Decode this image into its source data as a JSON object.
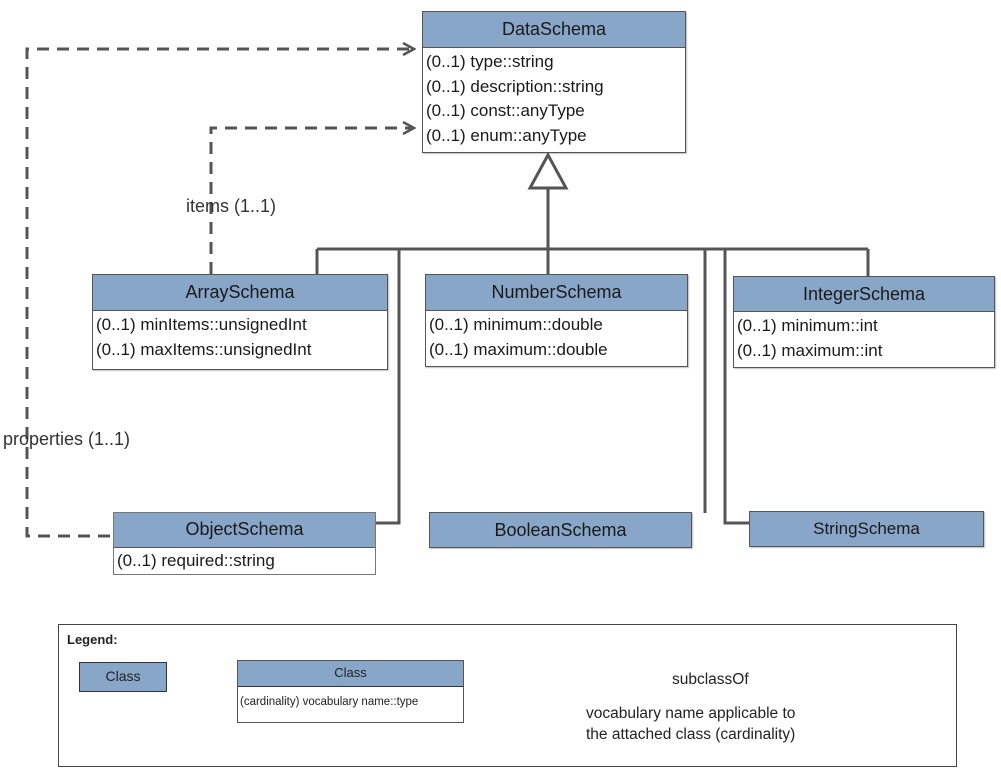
{
  "classes": {
    "data_schema": {
      "name": "DataSchema",
      "attributes": [
        "(0..1) type::string",
        "(0..1) description::string",
        "(0..1) const::anyType",
        "(0..1) enum::anyType"
      ]
    },
    "array_schema": {
      "name": "ArraySchema",
      "attributes": [
        "(0..1) minItems::unsignedInt",
        "(0..1) maxItems::unsignedInt"
      ]
    },
    "number_schema": {
      "name": "NumberSchema",
      "attributes": [
        "(0..1) minimum::double",
        "(0..1) maximum::double"
      ]
    },
    "integer_schema": {
      "name": "IntegerSchema",
      "attributes": [
        "(0..1) minimum::int",
        "(0..1) maximum::int"
      ]
    },
    "object_schema": {
      "name": "ObjectSchema",
      "attributes": [
        "(0..1) required::string"
      ]
    },
    "boolean_schema": {
      "name": "BooleanSchema"
    },
    "string_schema": {
      "name": "StringSchema"
    }
  },
  "relations": {
    "items_label": "items (1..1)",
    "properties_label": "properties (1..1)"
  },
  "legend": {
    "title": "Legend:",
    "class_label": "Class",
    "class_box_header": "Class",
    "class_box_body": "(cardinality) vocabulary name::type",
    "subclass_label": "subclassOf",
    "vocab_line1": "vocabulary name applicable to",
    "vocab_line2": "the attached class (cardinality)"
  },
  "colors": {
    "class_header": "#88a6c7",
    "line": "#555555"
  }
}
